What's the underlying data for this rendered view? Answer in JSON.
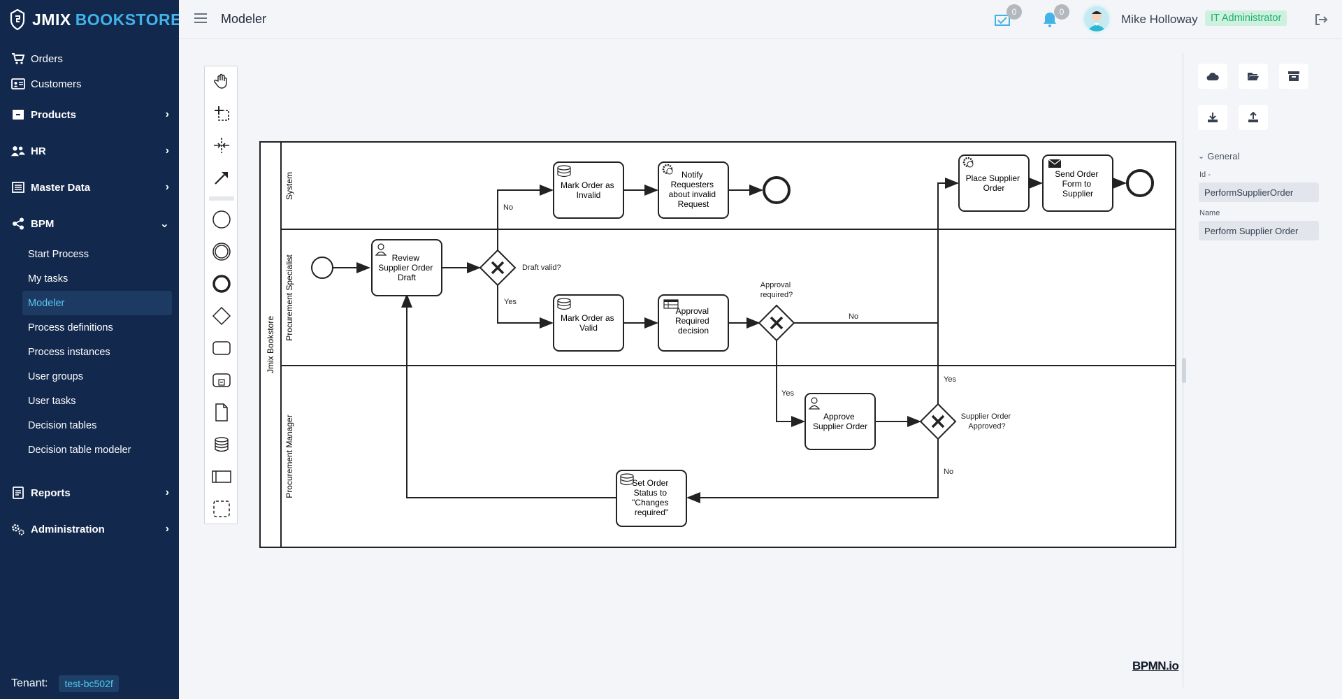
{
  "app": {
    "logo_primary": "JMIX",
    "logo_secondary": "BOOKSTORE",
    "page_title": "Modeler"
  },
  "sidebar": {
    "items": [
      {
        "label": "Orders",
        "icon": "cart-icon"
      },
      {
        "label": "Customers",
        "icon": "id-card-icon"
      }
    ],
    "groups": [
      {
        "label": "Products",
        "icon": "box-icon",
        "expanded": false
      },
      {
        "label": "HR",
        "icon": "users-icon",
        "expanded": false
      },
      {
        "label": "Master Data",
        "icon": "table-icon",
        "expanded": false
      },
      {
        "label": "BPM",
        "icon": "share-icon",
        "expanded": true
      }
    ],
    "bpm_items": [
      {
        "label": "Start Process"
      },
      {
        "label": "My tasks"
      },
      {
        "label": "Modeler",
        "active": true
      },
      {
        "label": "Process definitions"
      },
      {
        "label": "Process instances"
      },
      {
        "label": "User groups"
      },
      {
        "label": "User tasks"
      },
      {
        "label": "Decision tables"
      },
      {
        "label": "Decision table modeler"
      }
    ],
    "bottom_groups": [
      {
        "label": "Reports",
        "icon": "report-icon"
      },
      {
        "label": "Administration",
        "icon": "cogs-icon"
      }
    ],
    "tenant_label": "Tenant:",
    "tenant_value": "test-bc502f"
  },
  "header": {
    "inbox_count": "0",
    "notification_count": "0",
    "user_name": "Mike Holloway",
    "user_role": "IT Administrator"
  },
  "diagram": {
    "pool_name": "Jmix Bookstore",
    "lanes": [
      "System",
      "Procurement Specialist",
      "Procurement Manager"
    ],
    "tasks": {
      "review": [
        "Review",
        "Supplier Order",
        "Draft"
      ],
      "invalid": [
        "Mark Order as",
        "Invalid"
      ],
      "notify": [
        "Notify",
        "Requesters",
        "about invalid",
        "Request"
      ],
      "valid": [
        "Mark Order as",
        "Valid"
      ],
      "decision": [
        "Approval",
        "Required",
        "decision"
      ],
      "place": [
        "Place Supplier",
        "Order"
      ],
      "send": [
        "Send Order",
        "Form to",
        "Supplier"
      ],
      "approve": [
        "Approve",
        "Supplier Order"
      ],
      "changes": [
        "Set Order",
        "Status to",
        "\"Changes",
        "required\""
      ]
    },
    "labels": {
      "draft_valid": "Draft valid?",
      "no_1": "No",
      "yes_1": "Yes",
      "approval_required": [
        "Approval",
        "required?"
      ],
      "no_2": "No",
      "yes_2": "Yes",
      "supplier_approved": [
        "Supplier Order",
        "Approved?"
      ],
      "yes_3": "Yes",
      "no_3": "No"
    },
    "watermark": "BPMN.io"
  },
  "properties": {
    "group_label": "General",
    "id_label": "Id -",
    "id_value": "PerformSupplierOrder",
    "name_label": "Name",
    "name_value": "Perform Supplier Order"
  },
  "colors": {
    "sidebar_bg": "#12284d",
    "accent": "#41b3e8",
    "role_badge_text": "#1eae72",
    "role_badge_bg": "#cdf1de"
  }
}
